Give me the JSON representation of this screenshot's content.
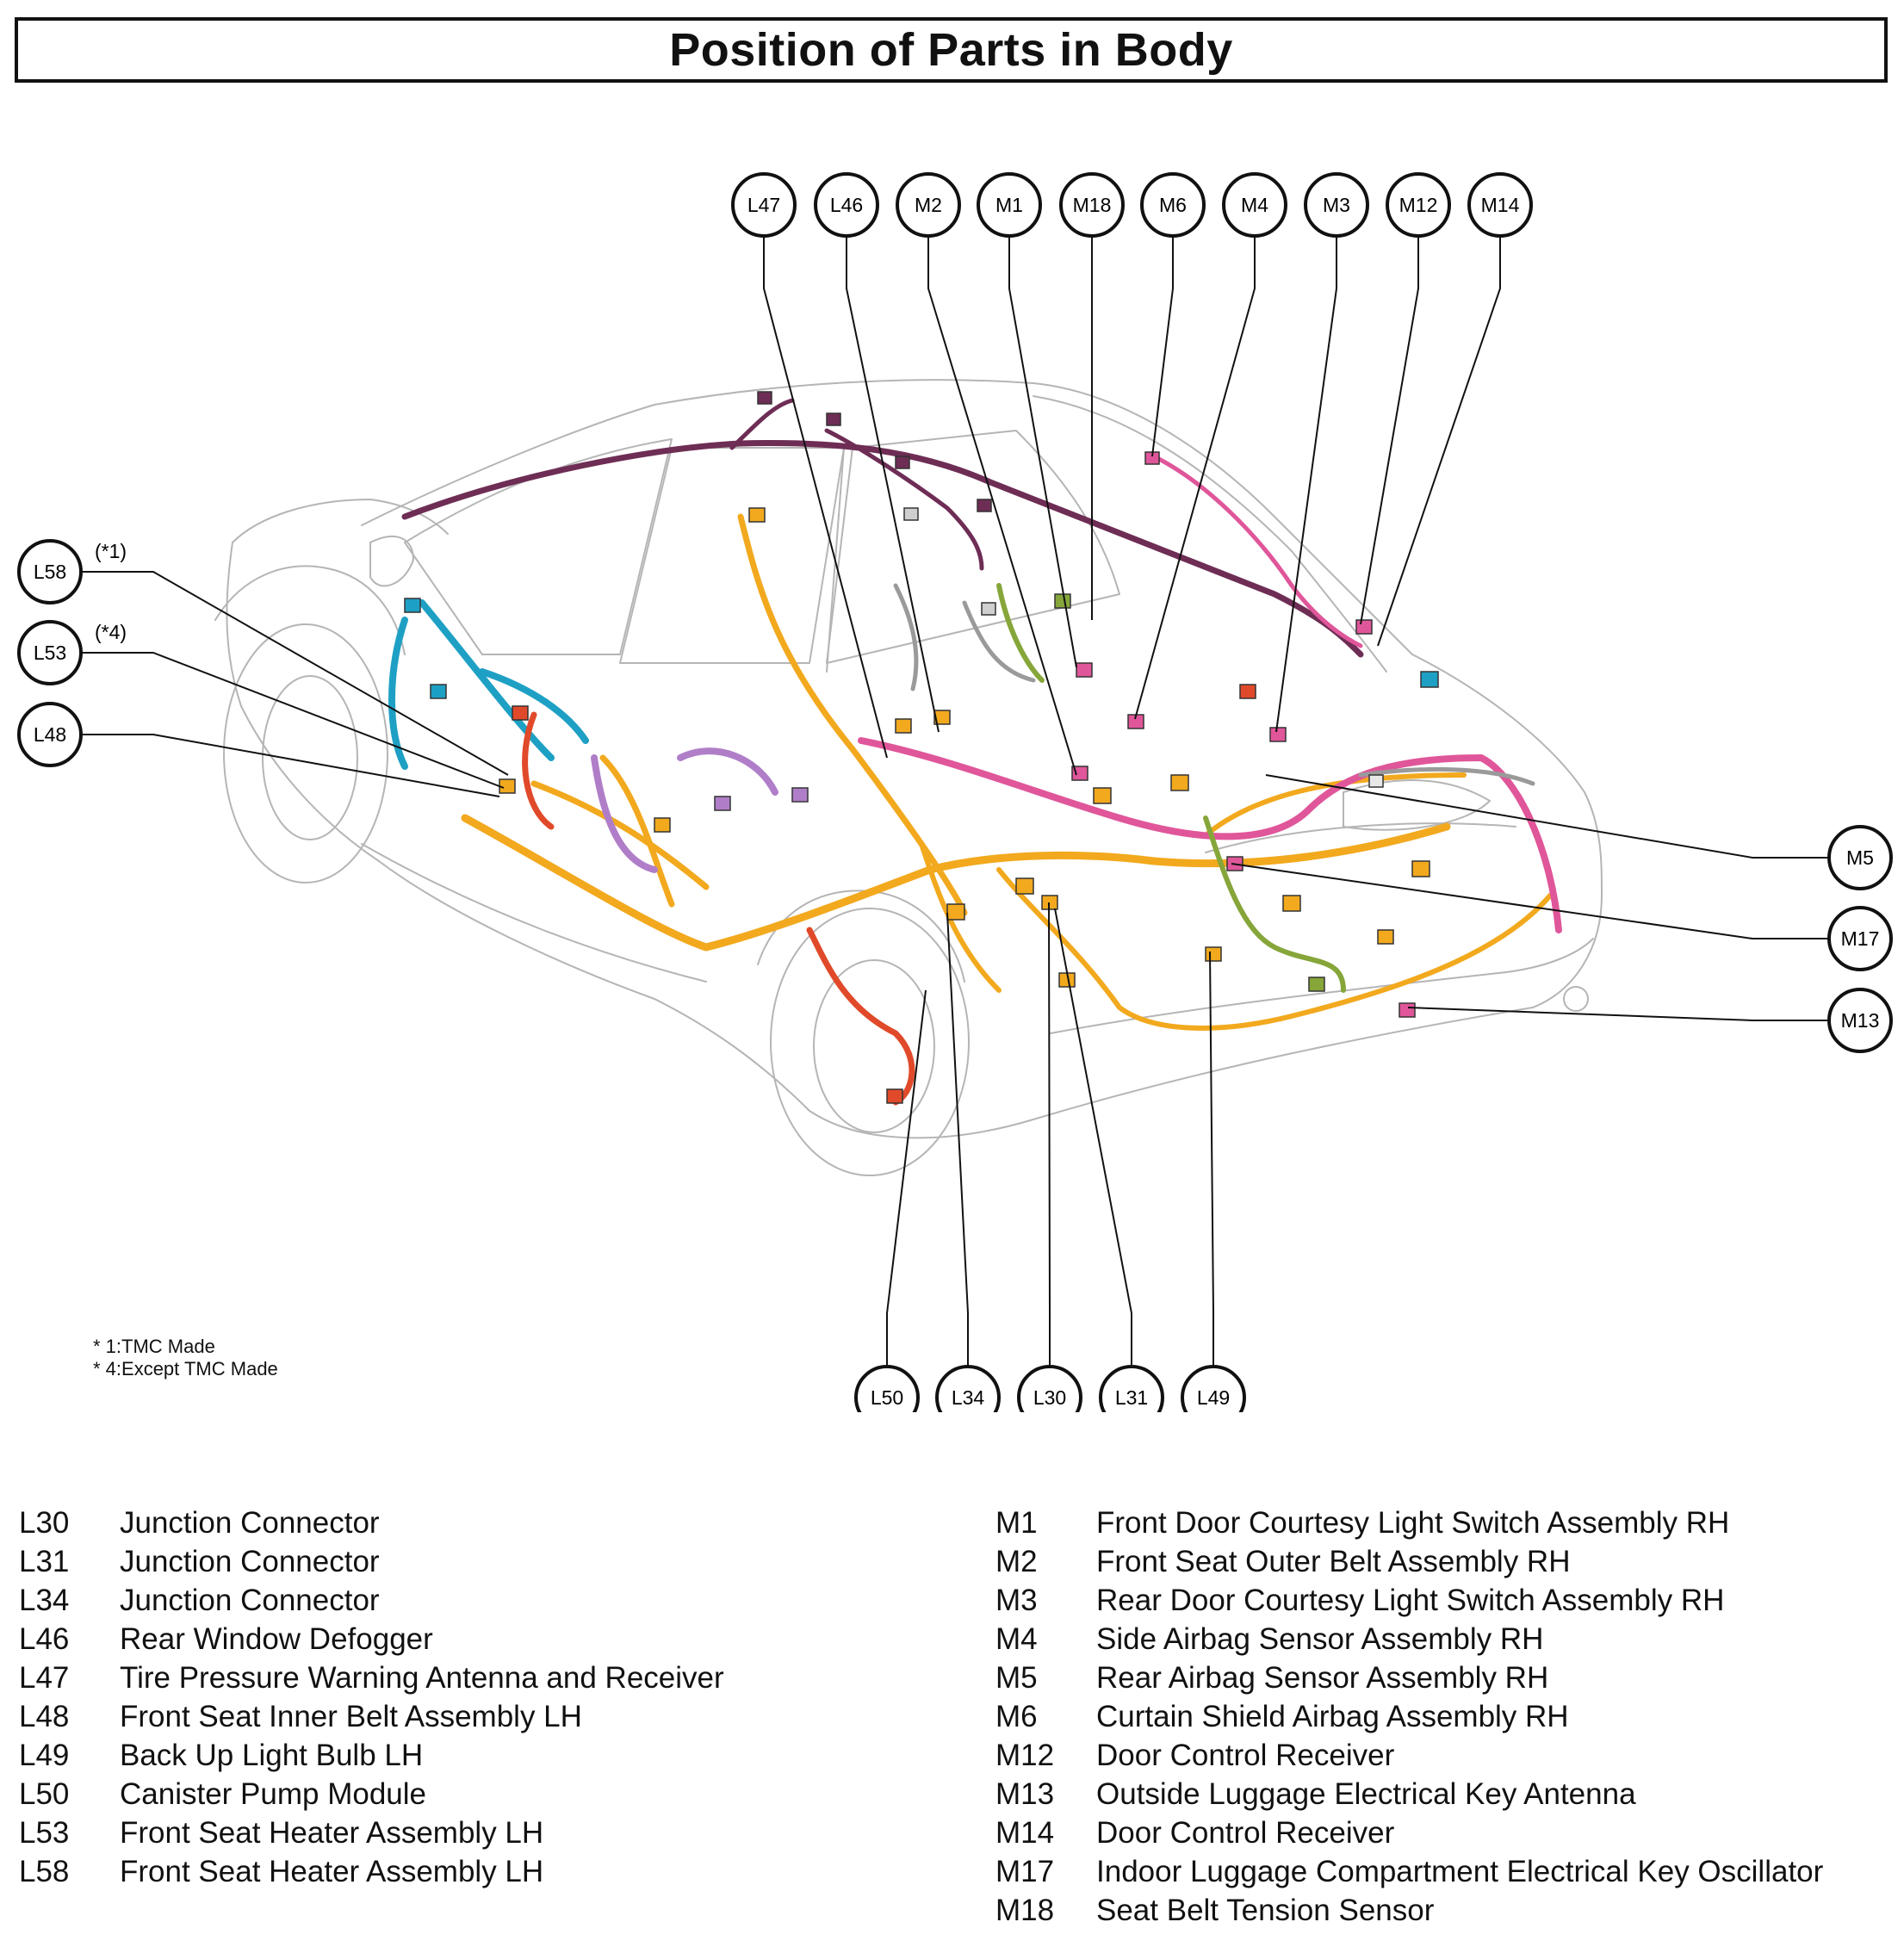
{
  "title": "Position of Parts in Body",
  "callouts": {
    "top": [
      "L47",
      "L46",
      "M2",
      "M1",
      "M18",
      "M6",
      "M4",
      "M3",
      "M12",
      "M14"
    ],
    "left": [
      "L58",
      "L53",
      "L48"
    ],
    "left_notes": [
      "(*1)",
      "(*4)"
    ],
    "right": [
      "M5",
      "M17",
      "M13"
    ],
    "bottom": [
      "L50",
      "L34",
      "L30",
      "L31",
      "L49"
    ]
  },
  "footnotes": [
    "* 1:TMC Made",
    "* 4:Except TMC Made"
  ],
  "legend_left": [
    {
      "code": "L30",
      "name": "Junction Connector"
    },
    {
      "code": "L31",
      "name": "Junction Connector"
    },
    {
      "code": "L34",
      "name": "Junction Connector"
    },
    {
      "code": "L46",
      "name": "Rear Window Defogger"
    },
    {
      "code": "L47",
      "name": "Tire Pressure Warning Antenna and Receiver"
    },
    {
      "code": "L48",
      "name": "Front Seat Inner Belt Assembly LH"
    },
    {
      "code": "L49",
      "name": "Back Up Light Bulb LH"
    },
    {
      "code": "L50",
      "name": "Canister Pump Module"
    },
    {
      "code": "L53",
      "name": "Front Seat Heater Assembly LH"
    },
    {
      "code": "L58",
      "name": "Front Seat Heater Assembly LH"
    }
  ],
  "legend_right": [
    {
      "code": "M1",
      "name": "Front Door Courtesy Light Switch Assembly RH"
    },
    {
      "code": "M2",
      "name": "Front Seat Outer Belt Assembly RH"
    },
    {
      "code": "M3",
      "name": "Rear Door Courtesy Light Switch Assembly RH"
    },
    {
      "code": "M4",
      "name": "Side Airbag Sensor Assembly RH"
    },
    {
      "code": "M5",
      "name": "Rear Airbag Sensor Assembly RH"
    },
    {
      "code": "M6",
      "name": "Curtain Shield Airbag Assembly RH"
    },
    {
      "code": "M12",
      "name": "Door Control Receiver"
    },
    {
      "code": "M13",
      "name": "Outside Luggage Electrical Key Antenna"
    },
    {
      "code": "M14",
      "name": "Door Control Receiver"
    },
    {
      "code": "M17",
      "name": "Indoor Luggage Compartment Electrical Key Oscillator"
    },
    {
      "code": "M18",
      "name": "Seat Belt Tension Sensor"
    }
  ],
  "harness_colors": {
    "orange": "#f2a91e",
    "pink": "#e0569a",
    "purple": "#6e2d55",
    "blue": "#1ea0c4",
    "red": "#e04a2a",
    "green": "#86a63a",
    "lavender": "#b07ec8",
    "gray": "#9a9a9a",
    "outline": "#b5b5b5"
  }
}
